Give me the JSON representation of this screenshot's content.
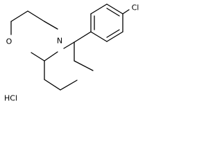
{
  "molecule": {
    "atoms": {
      "oxygen": "O",
      "nitrogen": "N",
      "chlorine": "Cl"
    },
    "salt": "HCl"
  },
  "colors": {
    "bond": "#000000",
    "text": "#000000",
    "background": "#ffffff"
  }
}
